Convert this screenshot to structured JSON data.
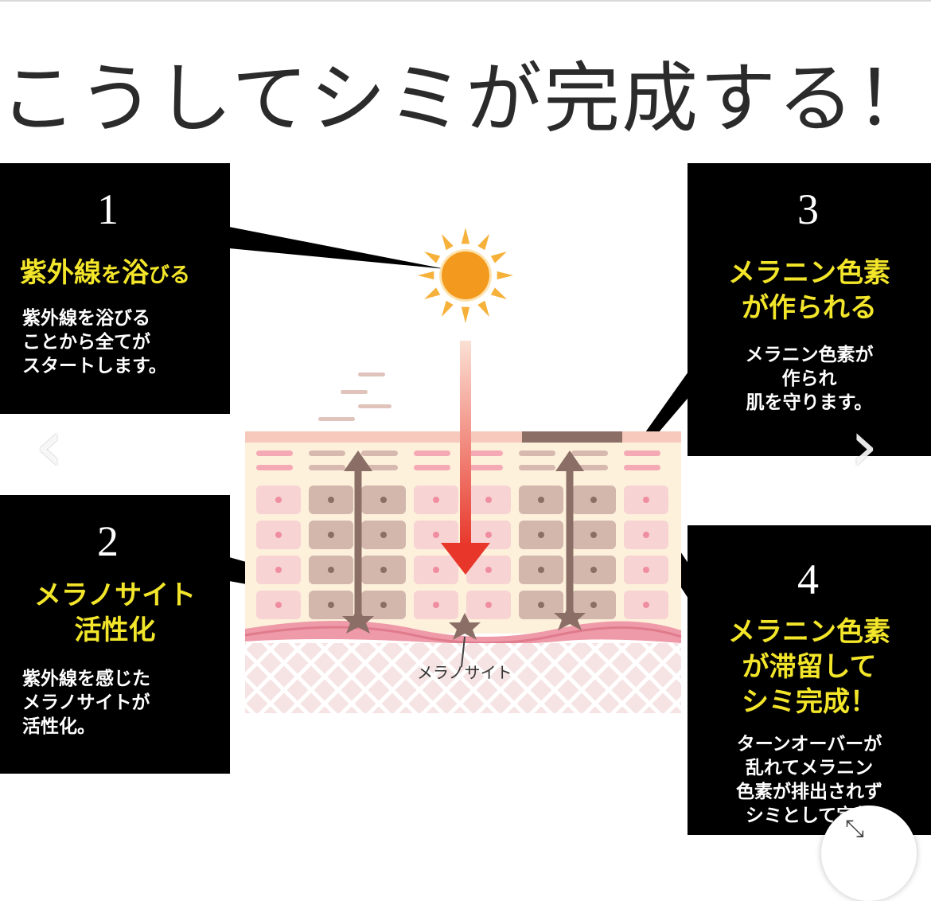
{
  "title": "こうしてシミが完成する！",
  "steps": [
    {
      "number": "1",
      "heading_main": "紫外線",
      "heading_small": "を",
      "heading_tail": "浴",
      "heading_tail2": "びる",
      "description_lines": [
        "紫外線を浴びる",
        "ことから全てが",
        "スタートします。"
      ]
    },
    {
      "number": "2",
      "heading_lines": [
        "メラノサイト",
        "活性化"
      ],
      "description_lines": [
        "紫外線を感じた",
        "メラノサイトが",
        "活性化。"
      ]
    },
    {
      "number": "3",
      "heading_lines": [
        "メラニン色素",
        "が作られる"
      ],
      "description_lines": [
        "メラニン色素が",
        "作られ",
        "肌を守ります。"
      ]
    },
    {
      "number": "4",
      "heading_lines": [
        "メラニン色素",
        "が滞留して",
        "シミ完成！"
      ],
      "description_lines": [
        "ターンオーバーが",
        "乱れてメラニン",
        "色素が排出されず",
        "シミとして定着"
      ]
    }
  ],
  "melanocyte_label": "メラノサイト",
  "nav": {
    "prev_icon": "chevron-left-icon",
    "next_icon": "chevron-right-icon",
    "expand_icon": "expand-icon"
  },
  "colors": {
    "box_background": "#000000",
    "heading_yellow": "#f2e52a",
    "sun_orange": "#f39a1e",
    "arrow_red": "#e8362a",
    "skin_pink": "#f7d3d3",
    "melanin_brown": "#8b6f66"
  }
}
